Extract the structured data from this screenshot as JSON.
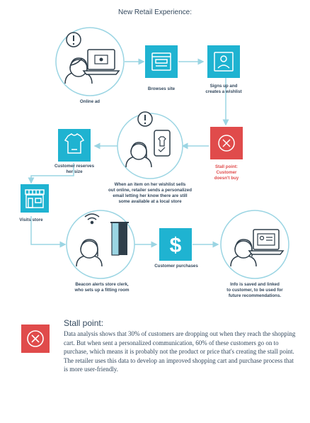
{
  "title": "New Retail Experience:",
  "steps": {
    "online_ad": "Online ad",
    "browses_site": "Browses site",
    "signs_up": "Signs up and\ncreates a wishlist",
    "stall_point_step": "Stall point:\nCustomer\ndoesn't buy",
    "email": "When an item on her wishlist sells\nout online, retailer sends a personalized\nemail letting her know there are still\nsome available at a local store",
    "reserves": "Customer reserves\nher size",
    "visits_store": "Visits store",
    "beacon": "Beacon alerts store clerk,\nwho sets up a fitting room",
    "purchases": "Customer purchases",
    "info_saved": "Info is saved and linked\nto customer, to be used for\nfuture recommendations."
  },
  "stall": {
    "heading": "Stall point:",
    "body": "Data analysis shows that 30% of customers are dropping out when they reach the shopping cart. But when sent a personalized communication, 60% of these customers go on to purchase, which means it is probably not the product or price that's creating the stall point. The retailer uses this data to develop an improved shopping cart and purchase process that is more user-friendly."
  },
  "colors": {
    "teal": "#1fb3d1",
    "line": "#9bd5e3",
    "red": "#e04b4b",
    "dark": "#2f3e4a"
  },
  "icons": [
    "alert-icon",
    "woman-icon",
    "laptop-icon",
    "browser-icon",
    "profile-card-icon",
    "close-icon",
    "phone-icon",
    "shirt-icon",
    "store-icon",
    "wifi-icon",
    "fitting-room-icon",
    "dollar-icon"
  ]
}
